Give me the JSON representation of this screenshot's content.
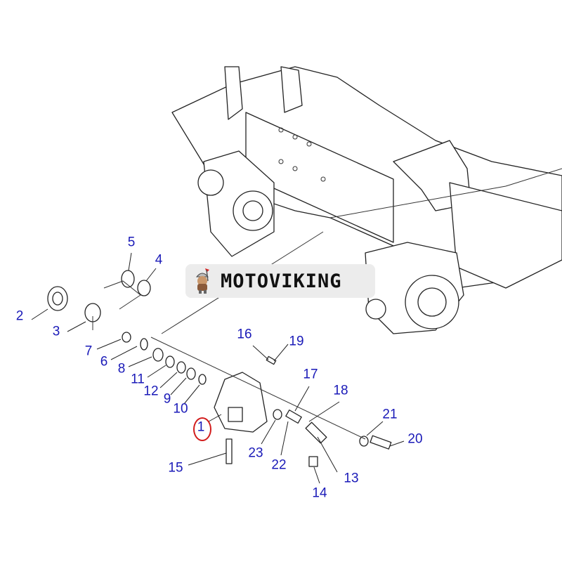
{
  "diagram": {
    "logo": {
      "text": "MOTOVIKING"
    },
    "highlighted_part": "1",
    "callouts": [
      {
        "id": "1",
        "label": "1"
      },
      {
        "id": "2",
        "label": "2"
      },
      {
        "id": "3",
        "label": "3"
      },
      {
        "id": "4",
        "label": "4"
      },
      {
        "id": "5",
        "label": "5"
      },
      {
        "id": "6",
        "label": "6"
      },
      {
        "id": "7",
        "label": "7"
      },
      {
        "id": "8",
        "label": "8"
      },
      {
        "id": "9",
        "label": "9"
      },
      {
        "id": "10",
        "label": "10"
      },
      {
        "id": "11",
        "label": "11"
      },
      {
        "id": "12",
        "label": "12"
      },
      {
        "id": "13",
        "label": "13"
      },
      {
        "id": "14",
        "label": "14"
      },
      {
        "id": "15",
        "label": "15"
      },
      {
        "id": "16",
        "label": "16"
      },
      {
        "id": "17",
        "label": "17"
      },
      {
        "id": "18",
        "label": "18"
      },
      {
        "id": "19",
        "label": "19"
      },
      {
        "id": "20",
        "label": "20"
      },
      {
        "id": "21",
        "label": "21"
      },
      {
        "id": "22",
        "label": "22"
      },
      {
        "id": "23",
        "label": "23"
      }
    ],
    "colors": {
      "callout": "#1a1ab8",
      "highlight": "#d21c1c"
    }
  }
}
